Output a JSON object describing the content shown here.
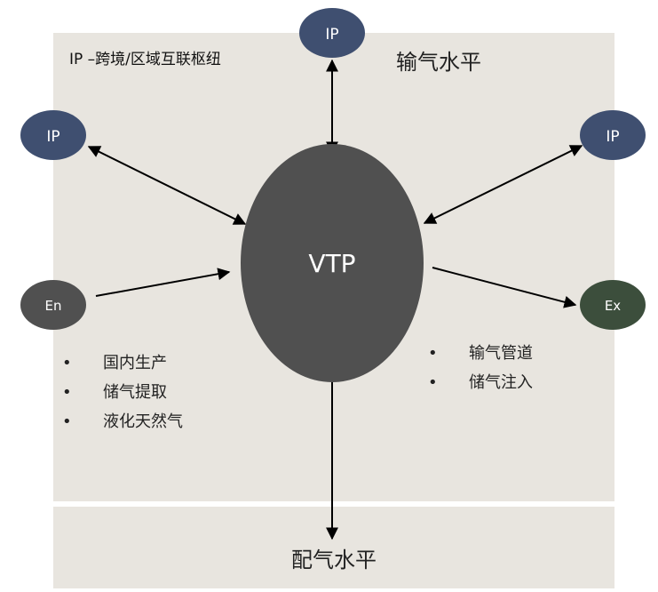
{
  "title_legend": "IP –跨境/区域互联枢纽",
  "level_top": "输气水平",
  "level_bottom": "配气水平",
  "center": "VTP",
  "nodes": {
    "ip_top": "IP",
    "ip_left": "IP",
    "ip_right": "IP",
    "entry": "En",
    "exit": "Ex"
  },
  "entry_list": [
    "国内生产",
    "储气提取",
    "液化天然气"
  ],
  "exit_list": [
    "输气管道",
    "储气注入"
  ],
  "bullet": "•",
  "colors": {
    "panel": "#e8e5df",
    "ip": "#3f4f70",
    "entry": "#505050",
    "exit": "#3c4e3c",
    "vtp": "#505050"
  }
}
